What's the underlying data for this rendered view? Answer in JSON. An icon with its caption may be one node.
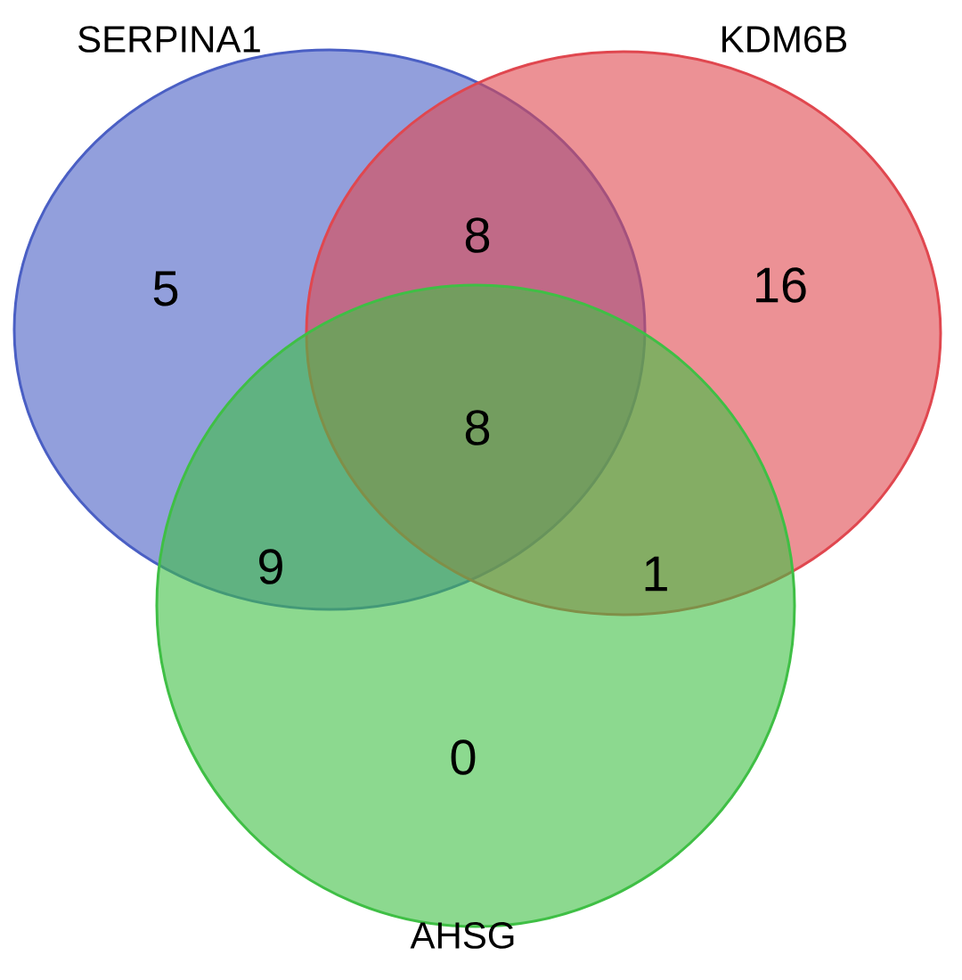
{
  "diagram": {
    "nodes": [
      {
        "text": [
          "SERPINA1"
        ]
      },
      {
        "text": [
          "KDM6B"
        ]
      },
      {
        "text": [
          "AHSG"
        ]
      }
    ],
    "labels": [
      "5",
      "8",
      "16",
      "8",
      "9",
      "1",
      "0"
    ]
  }
}
